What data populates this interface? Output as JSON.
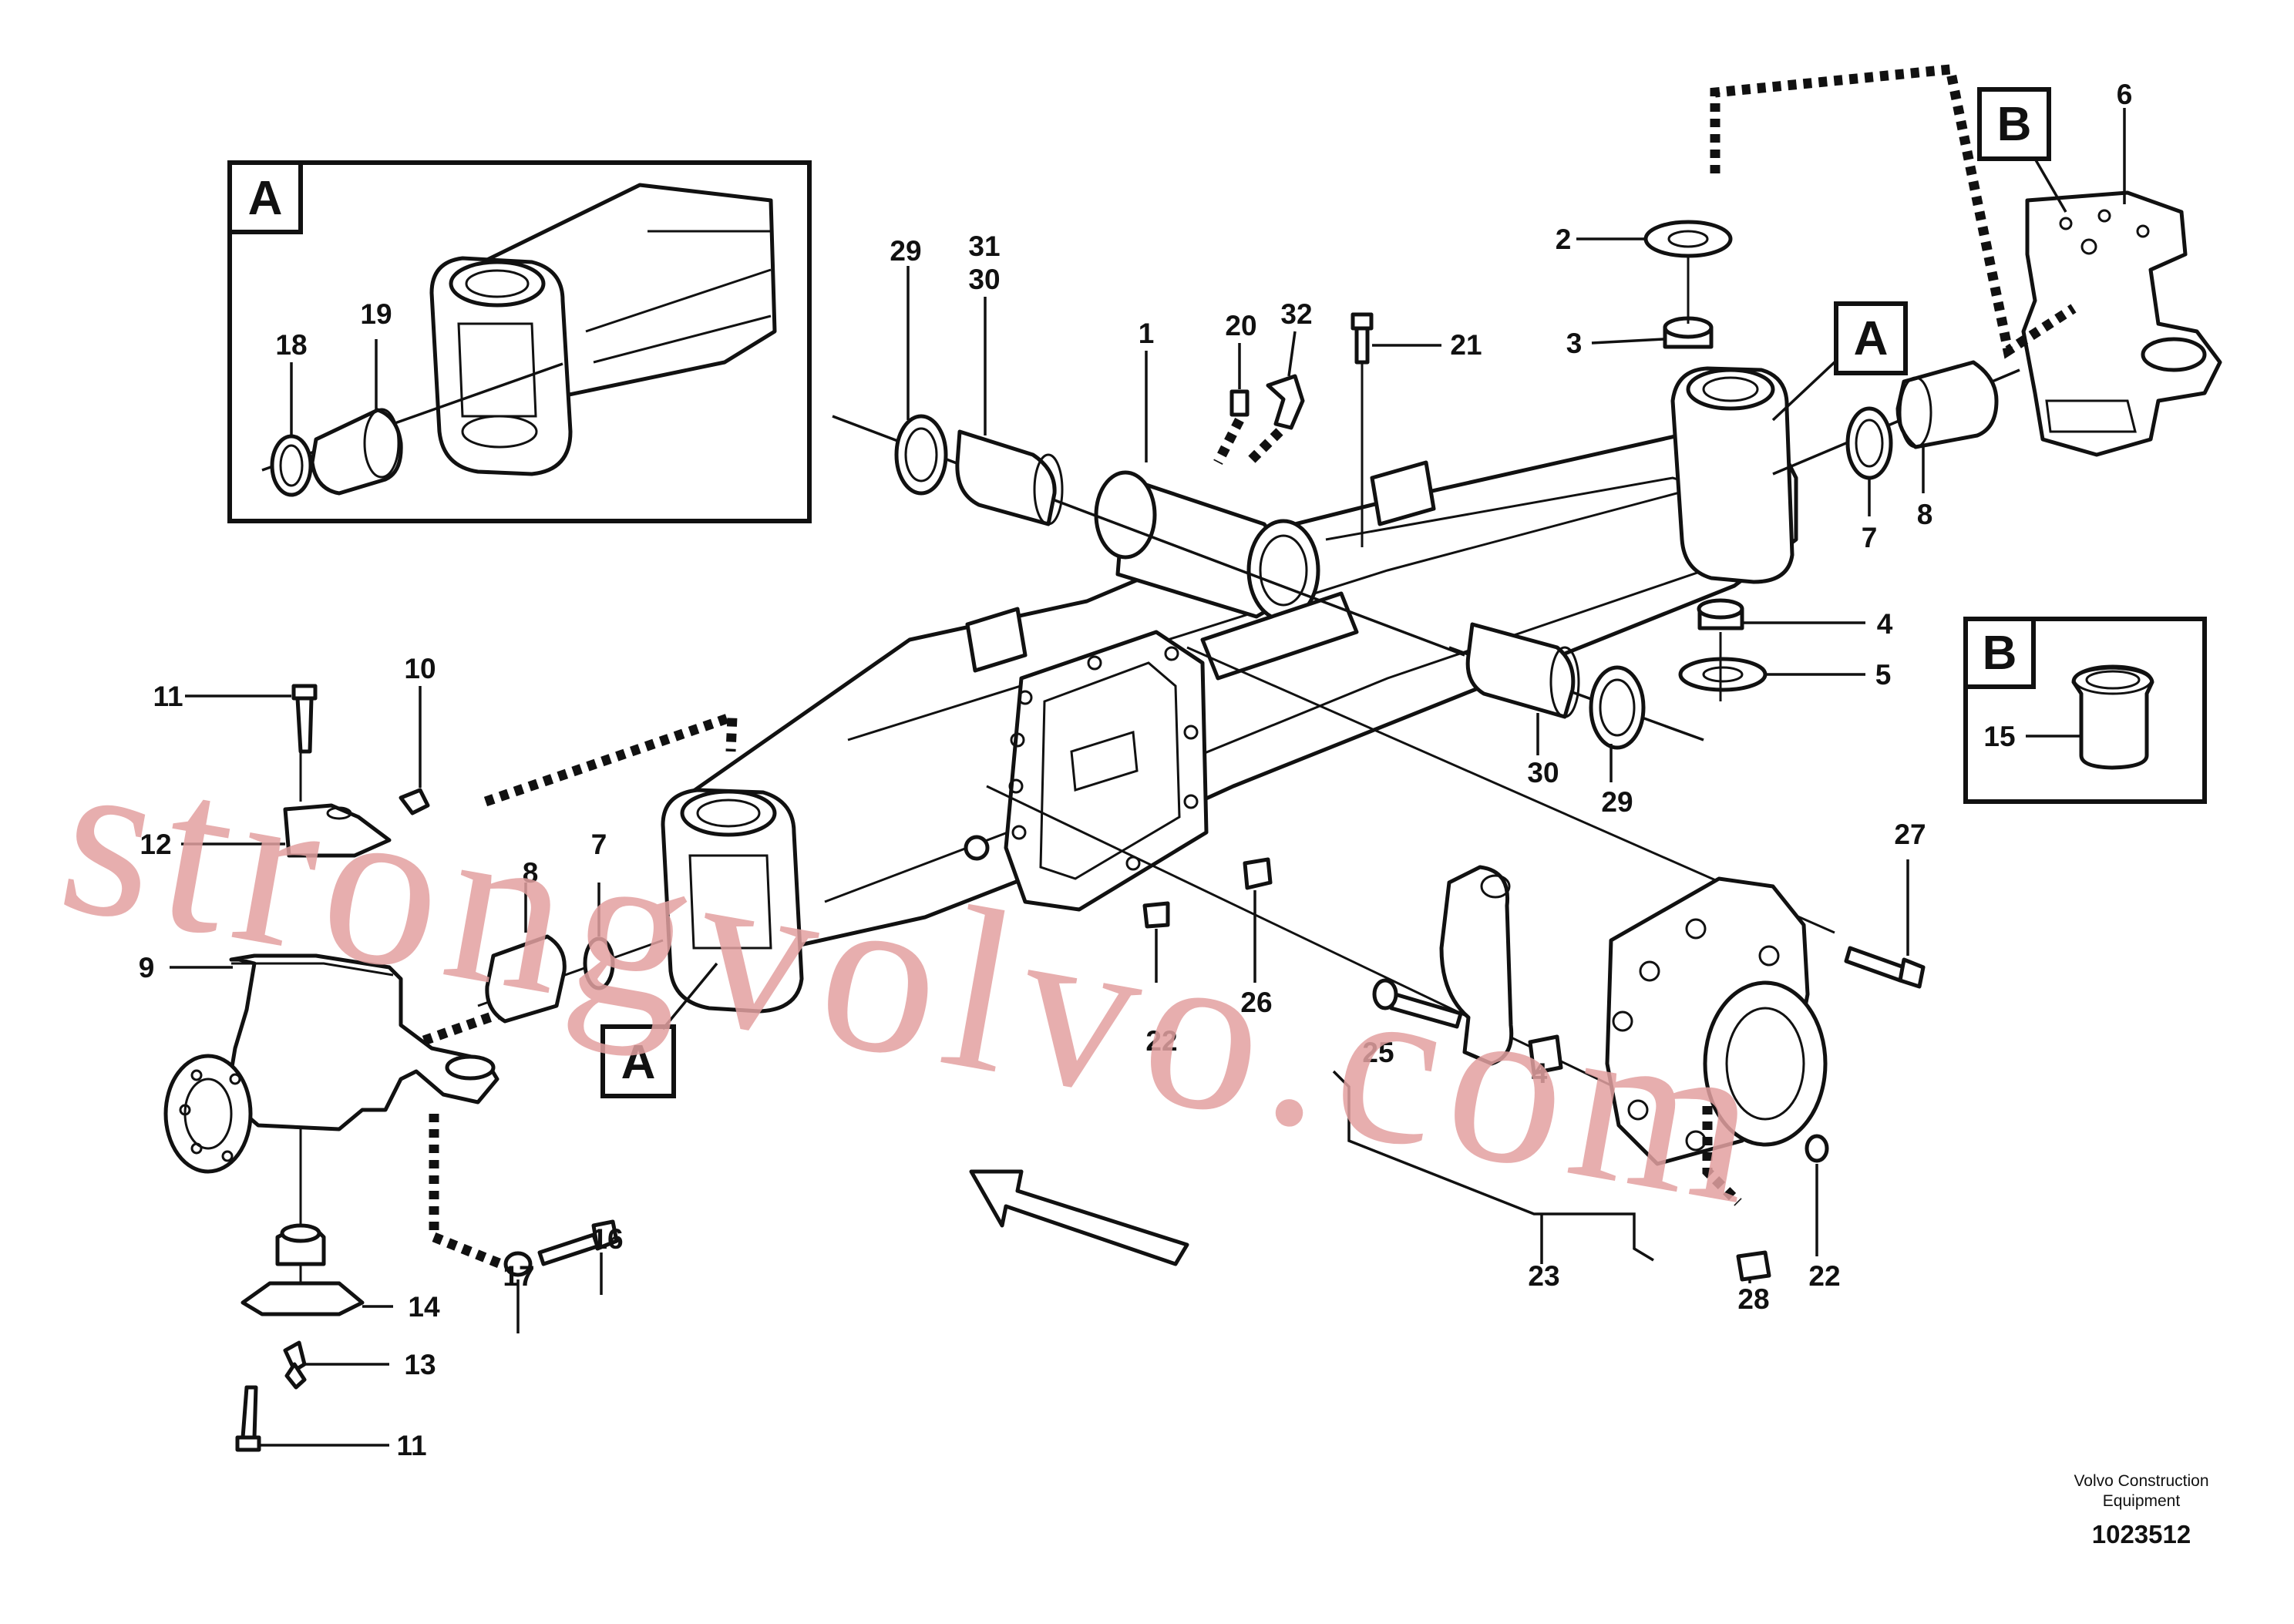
{
  "diagram": {
    "callouts": {
      "c1": "1",
      "c2": "2",
      "c3": "3",
      "c4a": "4",
      "c4b": "4",
      "c5": "5",
      "c6": "6",
      "c7a": "7",
      "c7b": "7",
      "c8a": "8",
      "c8b": "8",
      "c9": "9",
      "c10": "10",
      "c11a": "11",
      "c11b": "11",
      "c12": "12",
      "c13": "13",
      "c14": "14",
      "c15": "15",
      "c16": "16",
      "c17": "17",
      "c18": "18",
      "c19": "19",
      "c20": "20",
      "c21": "21",
      "c22a": "22",
      "c22b": "22",
      "c23": "23",
      "c25": "25",
      "c26": "26",
      "c27": "27",
      "c28": "28",
      "c29a": "29",
      "c29b": "29",
      "c30a": "30",
      "c30b": "30",
      "c31": "31",
      "c32": "32"
    },
    "view_labels": {
      "a_inset": "A",
      "a_right": "A",
      "a_left": "A",
      "b_top": "B",
      "b_inset": "B"
    },
    "watermark": "strongvolvo.com",
    "footer": {
      "company_line1": "Volvo Construction",
      "company_line2": "Equipment",
      "document_number": "1023512"
    }
  }
}
